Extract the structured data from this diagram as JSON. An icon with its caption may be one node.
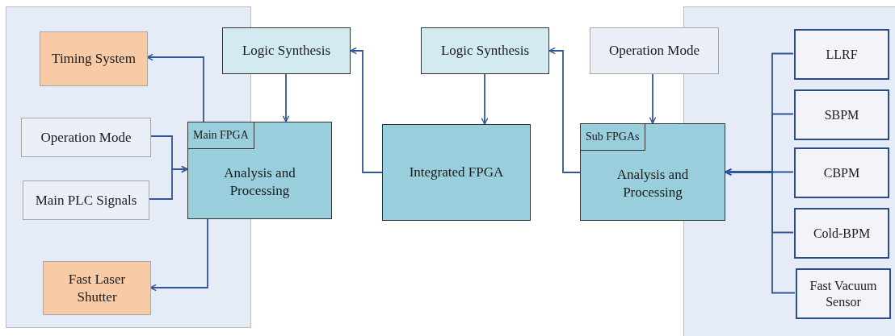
{
  "diagram": {
    "nodes": [
      {
        "text": [],
        "shape": "box"
      },
      {
        "text": [
          "Timing System"
        ],
        "in": 0
      },
      {
        "text": [
          "Operation Mode"
        ],
        "in": 0
      },
      {
        "text": [
          "Main PLC Signals"
        ],
        "in": 0
      },
      {
        "text": [
          "Fast Laser Shutter"
        ],
        "in": 0
      },
      {
        "text": [
          "Logic Synthesis"
        ]
      },
      {
        "text": [
          "Main FPGA",
          "Analysis and Processing"
        ]
      },
      {
        "text": [
          "Logic Synthesis"
        ]
      },
      {
        "text": [
          "Integrated FPGA"
        ]
      },
      {
        "text": [
          "Operation Mode"
        ]
      },
      {
        "text": [
          "Sub FPGAs",
          "Analysis and Processing"
        ]
      },
      {
        "text": [],
        "shape": "box"
      },
      {
        "text": [
          "LLRF"
        ],
        "in": 11
      },
      {
        "text": [
          "SBPM"
        ],
        "in": 11
      },
      {
        "text": [
          "CBPM"
        ],
        "in": 11
      },
      {
        "text": [
          "Cold-BPM"
        ],
        "in": 11
      },
      {
        "text": [
          "Fast Vacuum Sensor"
        ],
        "in": 11
      }
    ],
    "edges": [
      {
        "from": 6,
        "to": 1,
        "arrow": "to"
      },
      {
        "from": 2,
        "to": 6,
        "arrow": "to"
      },
      {
        "from": 3,
        "to": 6,
        "arrow": "to"
      },
      {
        "from": 6,
        "to": 4,
        "arrow": "to"
      },
      {
        "from": 5,
        "to": 6,
        "arrow": "to"
      },
      {
        "from": 8,
        "to": 5,
        "arrow": "to"
      },
      {
        "from": 7,
        "to": 8,
        "arrow": "to"
      },
      {
        "from": 10,
        "to": 7,
        "arrow": "to"
      },
      {
        "from": 9,
        "to": 10,
        "arrow": "to"
      },
      {
        "from": 12,
        "to": 10,
        "arrow": "to"
      },
      {
        "from": 13,
        "to": 10,
        "arrow": "to"
      },
      {
        "from": 14,
        "to": 10,
        "arrow": "to"
      },
      {
        "from": 15,
        "to": 10,
        "arrow": "to"
      },
      {
        "from": 16,
        "to": 10,
        "arrow": "to"
      }
    ]
  }
}
